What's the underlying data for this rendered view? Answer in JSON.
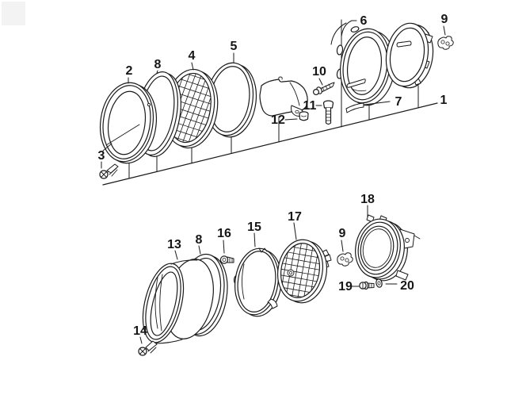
{
  "figure": {
    "kind": "exploded-parts-diagram",
    "background": "#ffffff",
    "ink": "#1a1a1a",
    "artifact_color": "#f3f3f3",
    "callouts": [
      {
        "id": "top-2",
        "text": "2"
      },
      {
        "id": "top-8",
        "text": "8"
      },
      {
        "id": "top-4",
        "text": "4"
      },
      {
        "id": "top-5",
        "text": "5"
      },
      {
        "id": "top-3",
        "text": "3"
      },
      {
        "id": "top-6",
        "text": "6"
      },
      {
        "id": "top-9",
        "text": "9"
      },
      {
        "id": "top-10",
        "text": "10"
      },
      {
        "id": "top-11",
        "text": "11"
      },
      {
        "id": "top-12",
        "text": "12"
      },
      {
        "id": "top-7",
        "text": "7"
      },
      {
        "id": "top-1",
        "text": "1"
      },
      {
        "id": "bot-13",
        "text": "13"
      },
      {
        "id": "bot-8",
        "text": "8"
      },
      {
        "id": "bot-16",
        "text": "16"
      },
      {
        "id": "bot-15",
        "text": "15"
      },
      {
        "id": "bot-17",
        "text": "17"
      },
      {
        "id": "bot-14",
        "text": "14"
      },
      {
        "id": "bot-9",
        "text": "9"
      },
      {
        "id": "bot-18",
        "text": "18"
      },
      {
        "id": "bot-19",
        "text": "19"
      },
      {
        "id": "bot-20",
        "text": "20"
      }
    ]
  }
}
